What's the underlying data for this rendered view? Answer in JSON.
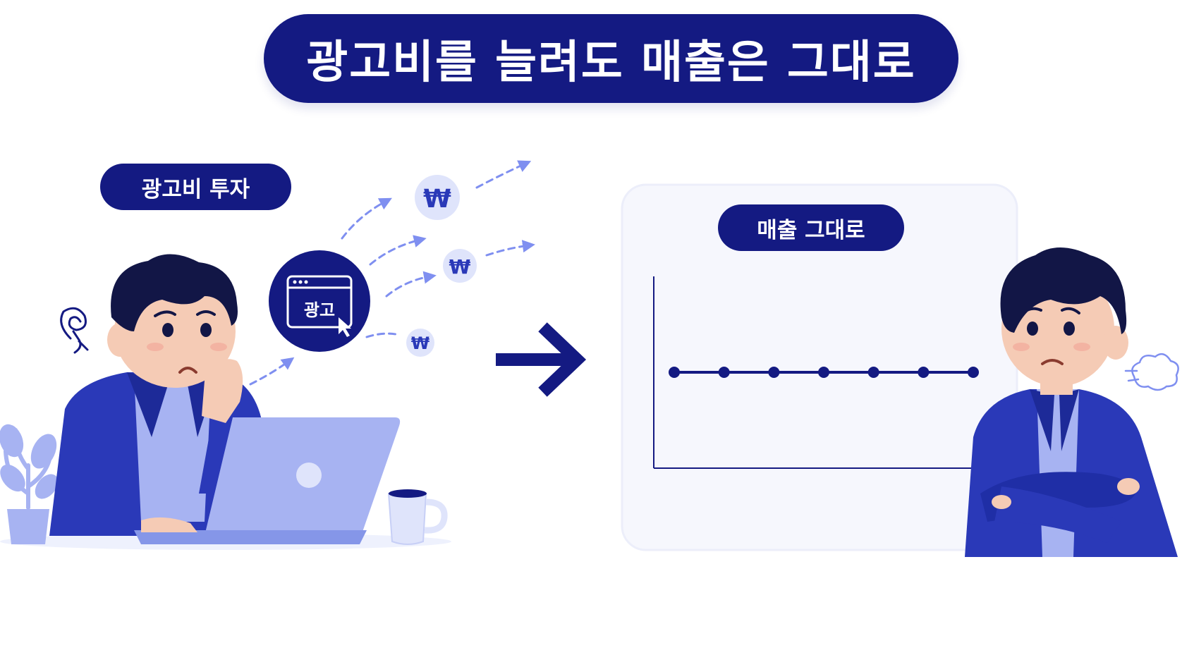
{
  "title": "광고비를 늘려도 매출은 그대로",
  "left_panel": {
    "label": "광고비 투자",
    "ad_icon_text": "광고",
    "coin_symbol": "₩"
  },
  "right_panel": {
    "label": "매출 그대로"
  },
  "chart_data": {
    "type": "line",
    "title": "매출 그대로",
    "xlabel": "",
    "ylabel": "",
    "x": [
      1,
      2,
      3,
      4,
      5,
      6,
      7
    ],
    "values": [
      1,
      1,
      1,
      1,
      1,
      1,
      1
    ],
    "ylim": [
      0,
      2
    ],
    "grid": false,
    "legend": "none"
  },
  "colors": {
    "navy": "#141a82",
    "blue": "#2a39b8",
    "light_blue": "#a7b3f2",
    "pale_blue": "#dfe4fb",
    "skin": "#f5cbb5",
    "hair": "#121646"
  },
  "icons": [
    "dizzy-swirl-icon",
    "ad-window-icon",
    "cursor-icon",
    "won-coin-icon",
    "right-arrow-icon",
    "sigh-puff-icon",
    "plant-icon",
    "mug-icon",
    "laptop-icon"
  ]
}
